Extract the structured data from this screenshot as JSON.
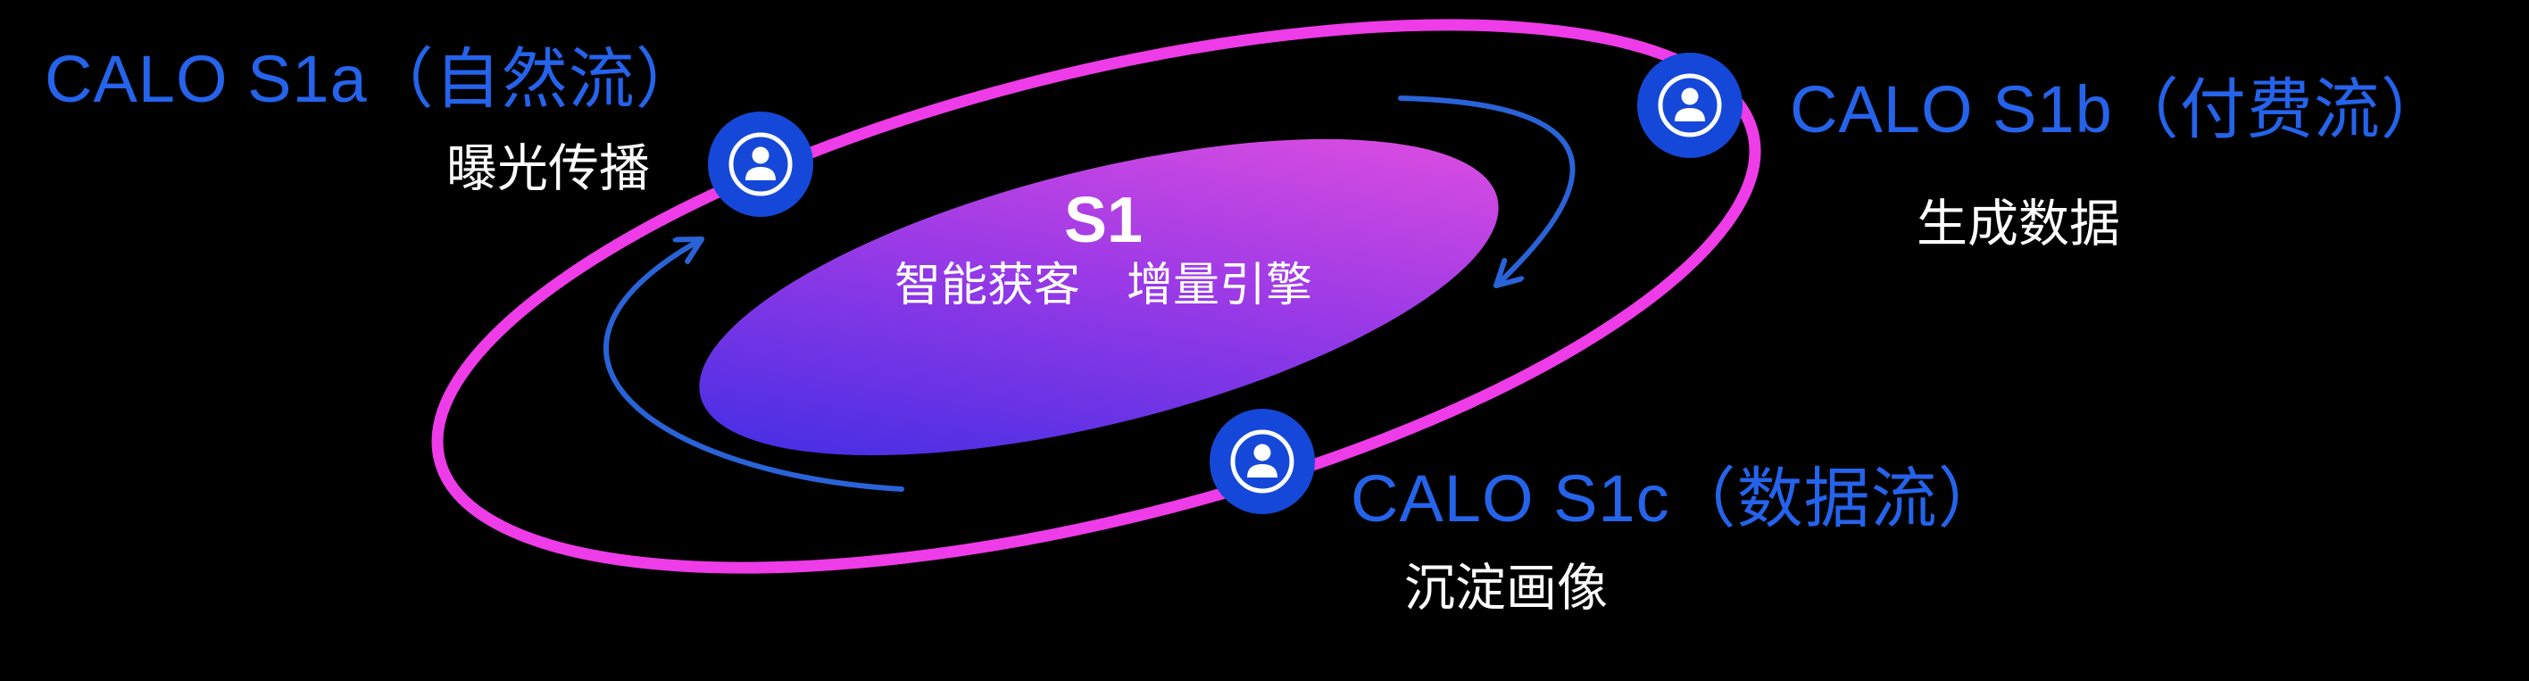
{
  "diagram": {
    "background": "#000000",
    "center": {
      "title": "S1",
      "subtitle": "智能获客　增量引擎"
    },
    "nodes": [
      {
        "id": "s1a",
        "title": "CALO S1a（自然流）",
        "subtitle": "曝光传播",
        "icon": "user-icon"
      },
      {
        "id": "s1b",
        "title": "CALO S1b（付费流）",
        "subtitle": "生成数据",
        "icon": "user-icon"
      },
      {
        "id": "s1c",
        "title": "CALO S1c（数据流）",
        "subtitle": "沉淀画像",
        "icon": "user-icon"
      }
    ],
    "colors": {
      "orbit": "#ee3ce8",
      "title_blue": "#2563eb",
      "arrow_blue": "#2a63d8",
      "node_disc": "#1548d8",
      "ellipse_gradient_start": "#3b2de4",
      "ellipse_gradient_end": "#e44fe0",
      "text_white": "#ffffff"
    }
  }
}
